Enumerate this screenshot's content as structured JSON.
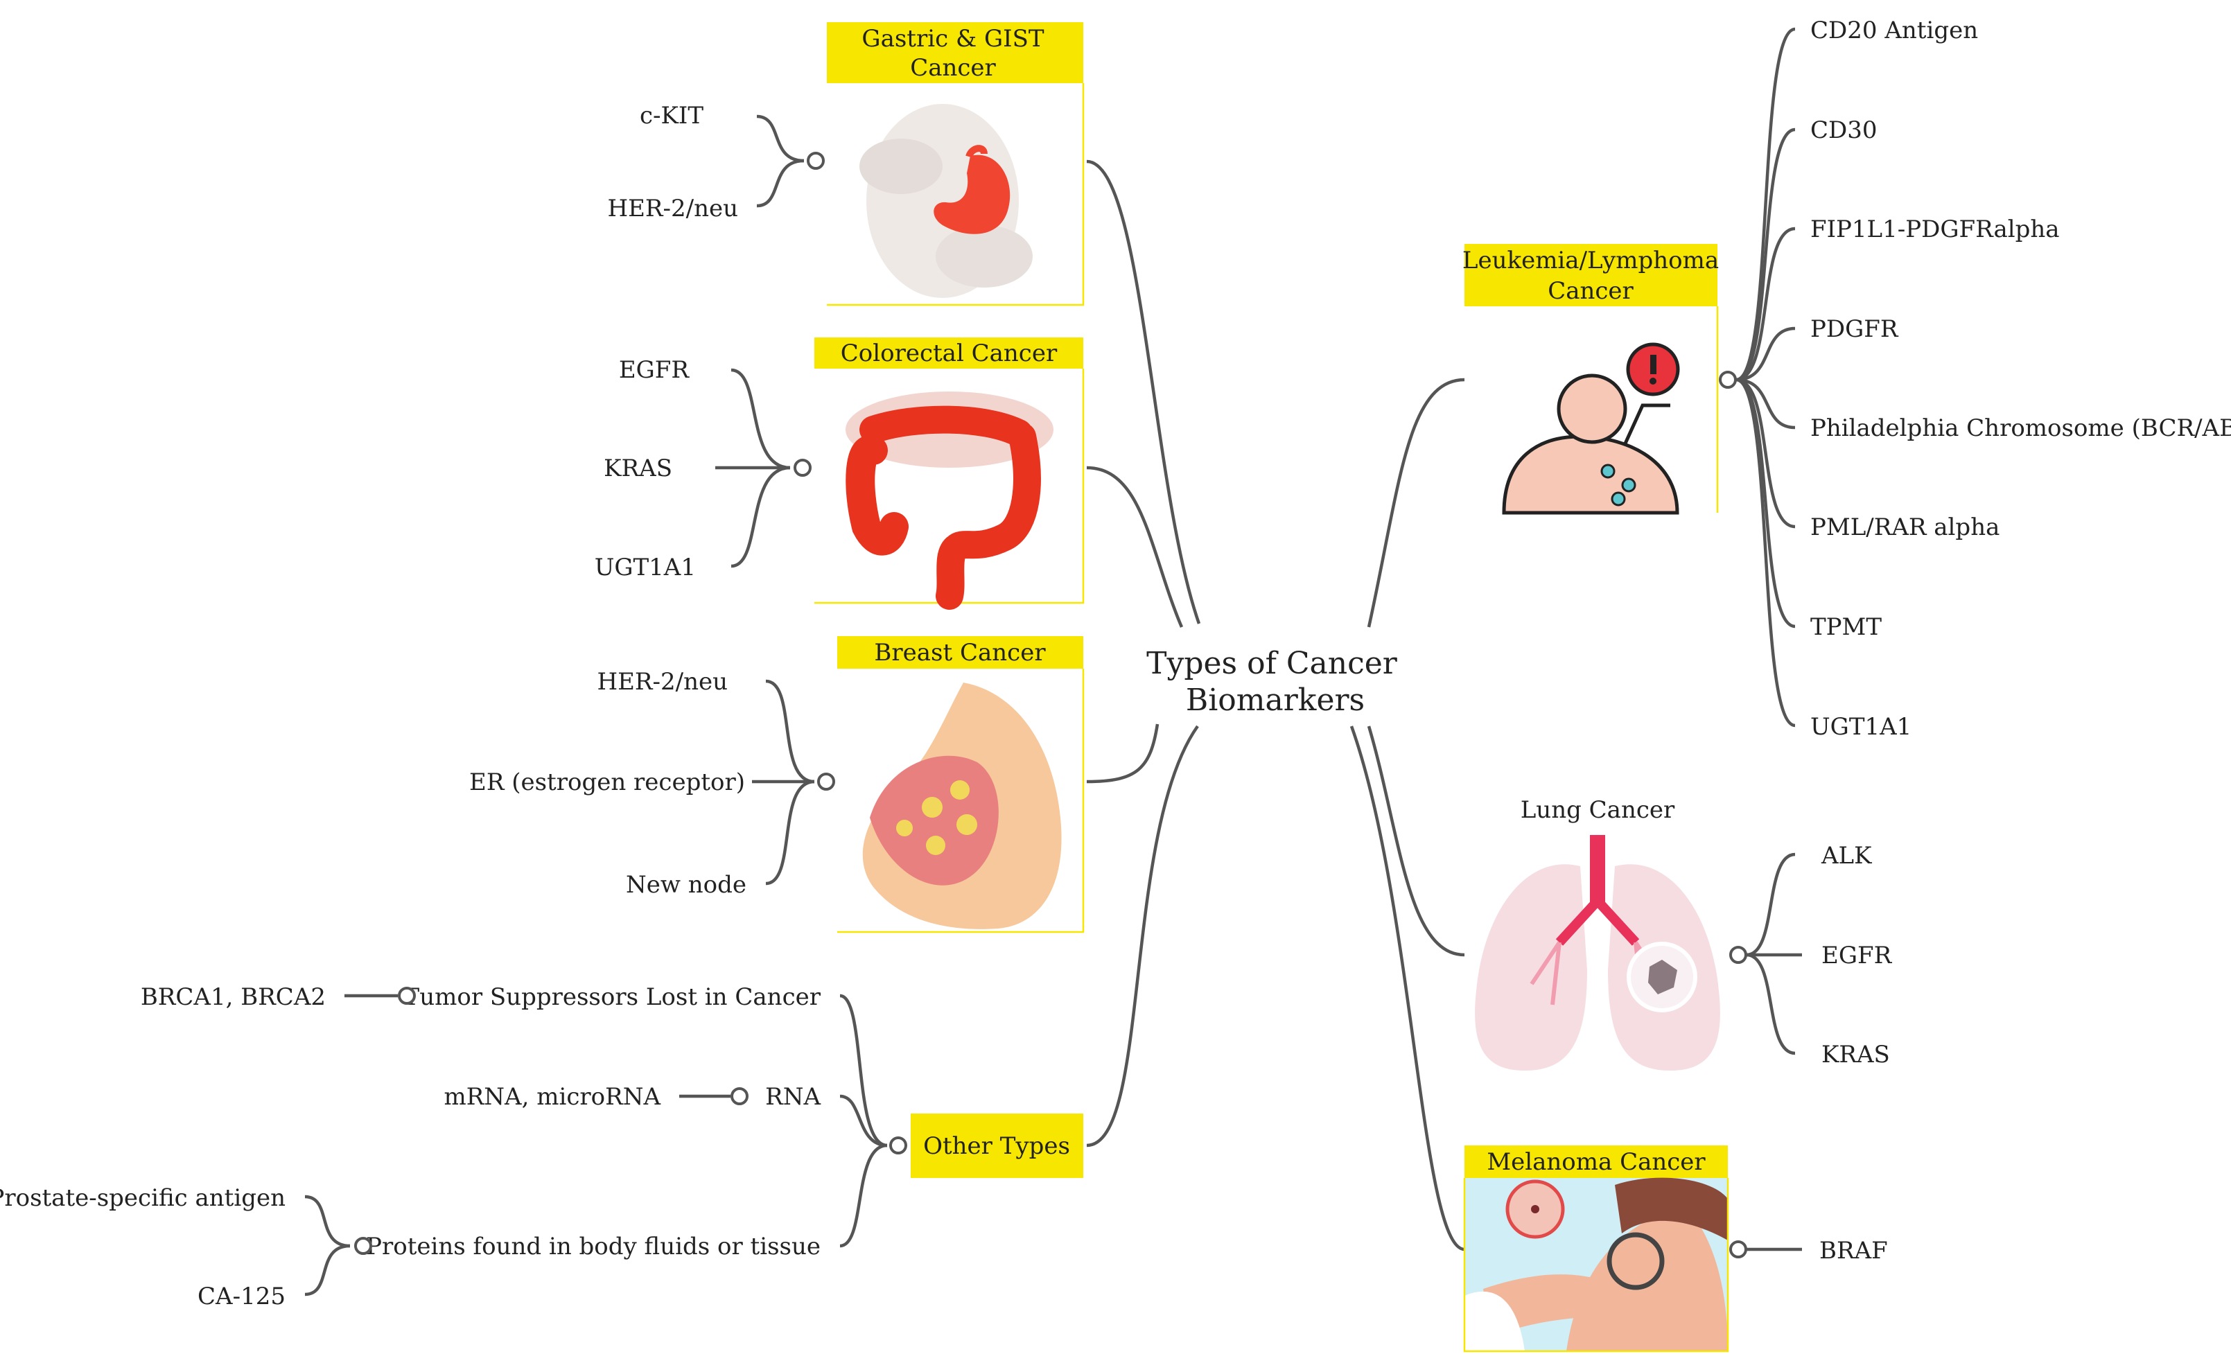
{
  "root": {
    "line1": "Types of Cancer",
    "line2": "Biomarkers"
  },
  "topics": {
    "gastric": {
      "title_line1": "Gastric & GIST",
      "title_line2": "Cancer",
      "items": [
        "c-KIT",
        "HER-2/neu"
      ]
    },
    "colorectal": {
      "title": "Colorectal Cancer",
      "items": [
        "EGFR",
        "KRAS",
        "UGT1A1"
      ]
    },
    "breast": {
      "title": "Breast Cancer",
      "items": [
        "HER-2/neu",
        "ER (estrogen receptor)",
        "New node"
      ]
    },
    "other": {
      "title": "Other Types",
      "subtopics": [
        {
          "label": "Tumor Suppressors Lost in Cancer",
          "items": [
            "BRCA1, BRCA2"
          ]
        },
        {
          "label": "RNA",
          "items": [
            "mRNA, microRNA"
          ]
        },
        {
          "label": "Proteins found in body fluids or tissue",
          "items": [
            "Prostate-specific antigen",
            "CA-125"
          ]
        }
      ]
    },
    "leukemia": {
      "title_line1": "Leukemia/Lymphoma",
      "title_line2": "Cancer",
      "items": [
        "CD20 Antigen",
        "CD30",
        "FIP1L1-PDGFRalpha",
        "PDGFR",
        "Philadelphia Chromosome (BCR/ABL)",
        "PML/RAR alpha",
        "TPMT",
        "UGT1A1"
      ]
    },
    "lung": {
      "title": "Lung Cancer",
      "items": [
        "ALK",
        "EGFR",
        "KRAS"
      ]
    },
    "melanoma": {
      "title": "Melanoma Cancer",
      "items": [
        "BRAF"
      ]
    }
  },
  "colors": {
    "header_fill": "#f7e600",
    "connector": "#555555",
    "text": "#222222"
  },
  "icons": [
    "stomach-illustration",
    "colon-illustration",
    "breast-illustration",
    "patient-alert-illustration",
    "lungs-illustration",
    "skin-exam-illustration"
  ]
}
